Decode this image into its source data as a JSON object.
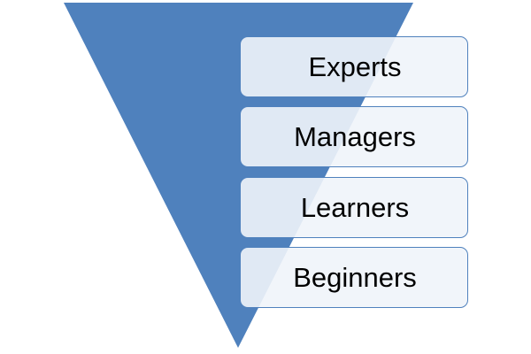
{
  "diagram": {
    "type": "inverted-funnel",
    "colors": {
      "funnel_fill": "#4f81bd",
      "box_border": "#4f81bd",
      "box_fill": "#f0f4fa",
      "text": "#000000"
    },
    "levels": [
      {
        "label": "Experts"
      },
      {
        "label": "Managers"
      },
      {
        "label": "Learners"
      },
      {
        "label": "Beginners"
      }
    ]
  }
}
